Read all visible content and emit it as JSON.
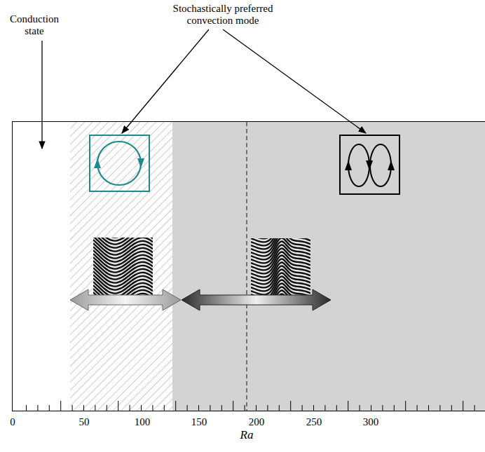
{
  "diagram": {
    "labels": [
      "Conduction state",
      "Stochastically preferred convection mode",
      "0",
      "50",
      "100",
      "150",
      "200",
      "250",
      "300",
      "Ra"
    ]
  }
}
